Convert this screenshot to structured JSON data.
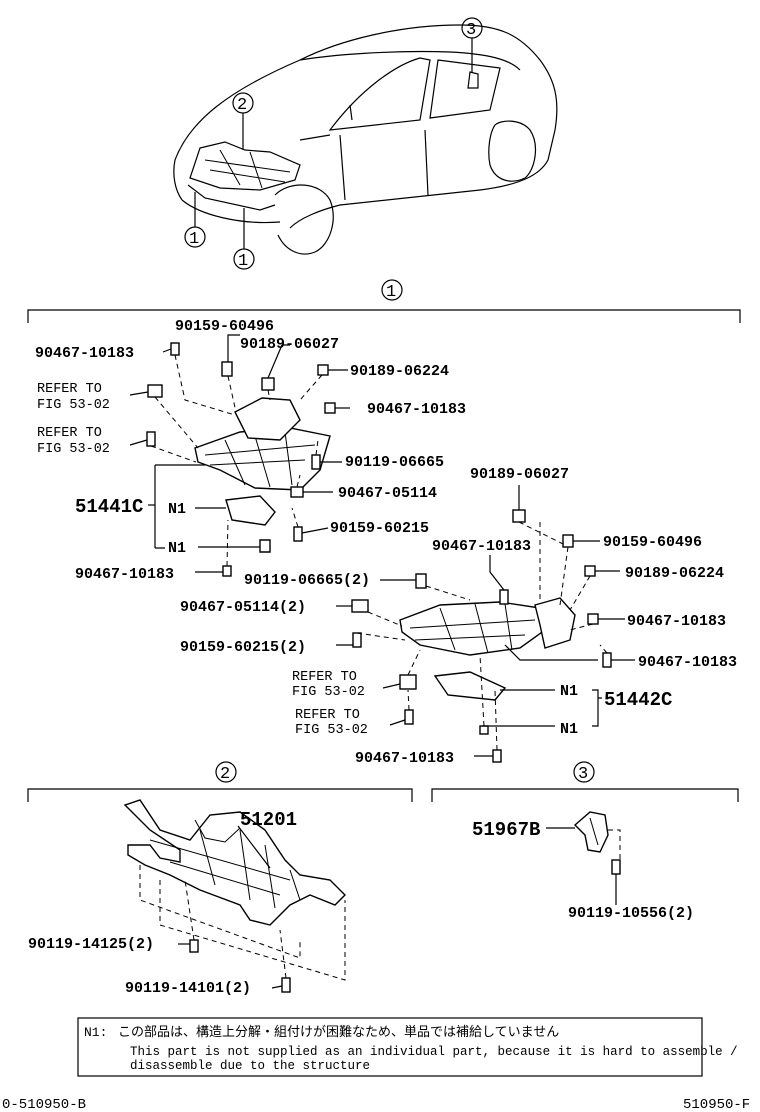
{
  "callouts": {
    "c1": "1",
    "c2": "2",
    "c3": "3"
  },
  "section1": {
    "labels": {
      "p90467_10183_a": "90467-10183",
      "p90159_60496_a": "90159-60496",
      "p90189_06027_a": "90189-06027",
      "p90189_06224_a": "90189-06224",
      "p90467_10183_b": "90467-10183",
      "ref1a": "REFER TO",
      "ref1b": "FIG 53-02",
      "ref2a": "REFER TO",
      "ref2b": "FIG 53-02",
      "p90119_06665_a": "90119-06665",
      "p90467_05114_a": "90467-05114",
      "p51441C": "51441C",
      "n1a": "N1",
      "n1b": "N1",
      "p90159_60215_a": "90159-60215",
      "p90467_10183_c": "90467-10183",
      "p90189_06027_b": "90189-06027",
      "p90467_10183_d": "90467-10183",
      "p90159_60496_b": "90159-60496",
      "p90119_06665_b": "90119-06665(2)",
      "p90189_06224_b": "90189-06224",
      "p90467_05114_b": "90467-05114(2)",
      "p90467_10183_e": "90467-10183",
      "p90159_60215_b": "90159-60215(2)",
      "p90467_10183_f": "90467-10183",
      "ref3a": "REFER TO",
      "ref3b": "FIG 53-02",
      "n1c": "N1",
      "p51442C": "51442C",
      "ref4a": "REFER TO",
      "ref4b": "FIG 53-02",
      "n1d": "N1",
      "p90467_10183_g": "90467-10183"
    }
  },
  "section2": {
    "p51201": "51201",
    "p90119_14125": "90119-14125(2)",
    "p90119_14101": "90119-14101(2)"
  },
  "section3": {
    "p51967B": "51967B",
    "p90119_10556": "90119-10556(2)"
  },
  "note": {
    "prefix": "N1:",
    "japanese": "この部品は、構造上分解・組付けが困難なため、単品では補給していません",
    "english_line1": "This part is not supplied as an individual part, because it is hard to assemble /",
    "english_line2": "disassemble due to the structure"
  },
  "footer": {
    "left_code": "0-510950-B",
    "right_code": "510950-F"
  }
}
